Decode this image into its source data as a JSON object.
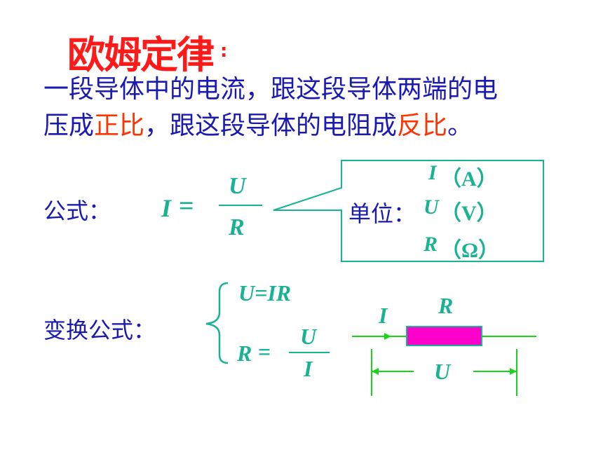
{
  "title": "欧姆定律",
  "title_colon": ":",
  "statement": {
    "line1": "一段导体中的电流，跟这段导体两端的电",
    "line2_a": "压成",
    "line2_b": "正比",
    "line2_c": "，跟这段导体的电阻成",
    "line2_d": "反比",
    "line2_e": "。"
  },
  "formula": {
    "label": "公式：",
    "lhs": "I",
    "eq": "=",
    "num": "U",
    "den": "R"
  },
  "units": {
    "label": "单位：",
    "items": [
      {
        "sym": "I",
        "unit": "（A）"
      },
      {
        "sym": "U",
        "unit": "（V）"
      },
      {
        "sym": "R",
        "unit": "（Ω）"
      }
    ]
  },
  "transform": {
    "label": "变换公式：",
    "eq1": "U=IR",
    "eq2_lhs": "R",
    "eq2_eq": "=",
    "eq2_num": "U",
    "eq2_den": "I"
  },
  "circuit": {
    "current_label": "I",
    "resistor_label": "R",
    "voltage_label": "U",
    "resistor_color": "#ff00cc",
    "line_color": "#19d419"
  }
}
